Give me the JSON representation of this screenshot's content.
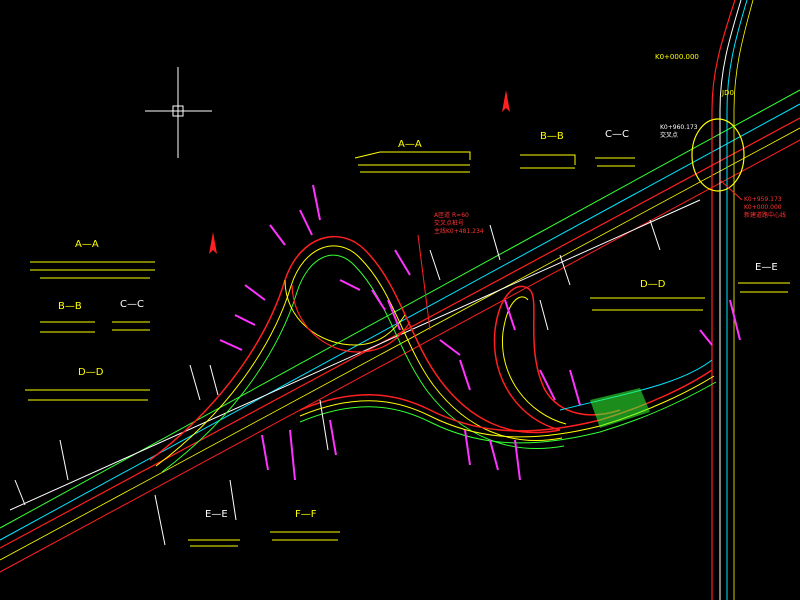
{
  "drawing": {
    "colors": {
      "background": "#000000",
      "road_edge_red": "#ff2020",
      "centerline_cyan": "#00e5ff",
      "centerline_green": "#33ff33",
      "ramp_yellow": "#ffff00",
      "dim_white": "#ffffff",
      "station_magenta": "#ff33ff"
    },
    "sections": {
      "a_top": "A—A",
      "b_top": "B—B",
      "c_top": "C—C",
      "a_left": "A—A",
      "b_left": "B—B",
      "c_left": "C—C",
      "d_left": "D—D",
      "d_right": "D—D",
      "e_right": "E—E",
      "e_bottom": "E—E",
      "f_bottom": "F—F"
    },
    "notes": {
      "top_right_1": "K0+000.000",
      "top_right_2": "JD0",
      "circle_note_1": "K0+960.173",
      "circle_note_2": "交叉点",
      "right_note_1": "K0+959.173",
      "right_note_2": "K0+000.000",
      "right_note_3": "新建道路中心线",
      "center_note_1": "A匝道 R=60",
      "center_note_2": "交叉点桩号",
      "center_note_3": "主线K0+481.234"
    },
    "icons": {
      "north_arrow_1": "north-arrow-icon",
      "north_arrow_2": "north-arrow-icon",
      "crosshair": "ucs-crosshair-icon"
    }
  }
}
